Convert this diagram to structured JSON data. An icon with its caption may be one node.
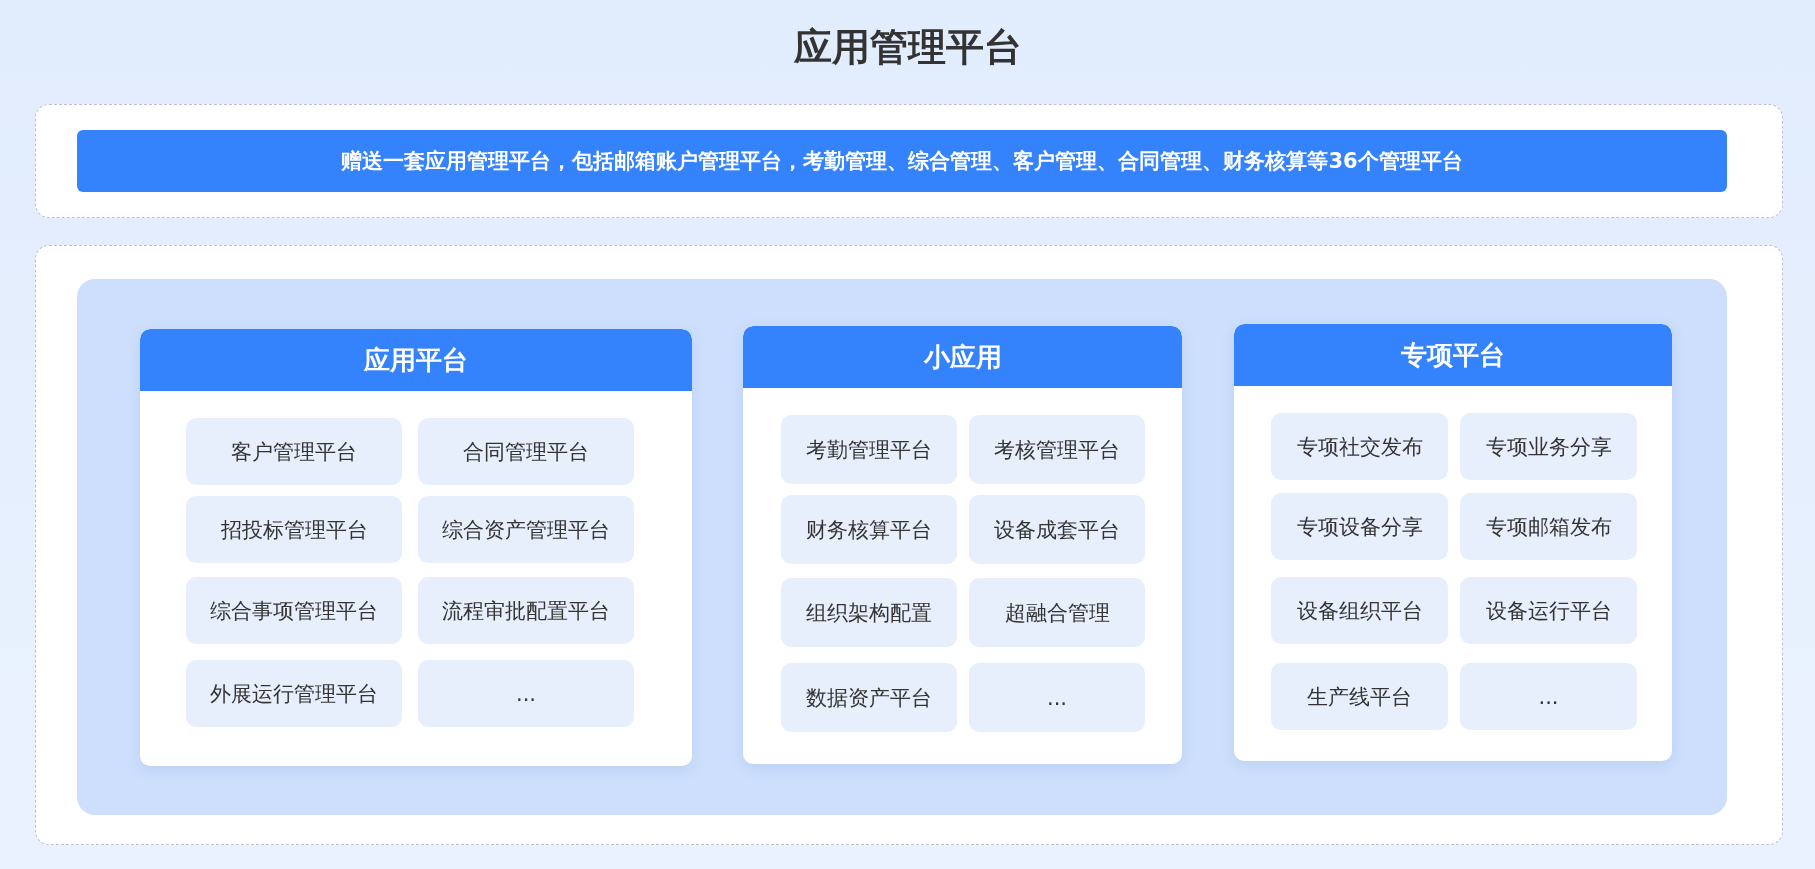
{
  "diagram": {
    "title": "应用管理平台",
    "nodes": [
      {
        "text": [],
        "shape": "box"
      },
      {
        "text": [
          "赠送一套应用管理平台，包括邮箱账户管理平台，考勤管理、综合管理、客户管理、合同管理、财务核算等36个管理平台"
        ],
        "in": 0
      },
      {
        "text": [],
        "shape": "box"
      },
      {
        "text": [],
        "shape": "box",
        "in": 2
      },
      {
        "text": [
          "应用平台"
        ],
        "in": 3
      },
      {
        "text": [
          "客户管理平台"
        ],
        "in": 4
      },
      {
        "text": [
          "合同管理平台"
        ],
        "in": 4
      },
      {
        "text": [
          "招投标管理平台"
        ],
        "in": 4
      },
      {
        "text": [
          "综合资产管理平台"
        ],
        "in": 4
      },
      {
        "text": [
          "综合事项管理平台"
        ],
        "in": 4
      },
      {
        "text": [
          "流程审批配置平台"
        ],
        "in": 4
      },
      {
        "text": [
          "外展运行管理平台"
        ],
        "in": 4
      },
      {
        "text": [
          "..."
        ],
        "in": 4
      },
      {
        "text": [
          "小应用"
        ],
        "in": 3
      },
      {
        "text": [
          "考勤管理平台"
        ],
        "in": 13
      },
      {
        "text": [
          "考核管理平台"
        ],
        "in": 13
      },
      {
        "text": [
          "财务核算平台"
        ],
        "in": 13
      },
      {
        "text": [
          "设备成套平台"
        ],
        "in": 13
      },
      {
        "text": [
          "组织架构配置"
        ],
        "in": 13
      },
      {
        "text": [
          "超融合管理"
        ],
        "in": 13
      },
      {
        "text": [
          "数据资产平台"
        ],
        "in": 13
      },
      {
        "text": [
          "..."
        ],
        "in": 13
      },
      {
        "text": [
          "专项平台"
        ],
        "in": 3
      },
      {
        "text": [
          "专项社交发布"
        ],
        "in": 22
      },
      {
        "text": [
          "专项业务分享"
        ],
        "in": 22
      },
      {
        "text": [
          "专项设备分享"
        ],
        "in": 22
      },
      {
        "text": [
          "专项邮箱发布"
        ],
        "in": 22
      },
      {
        "text": [
          "设备组织平台"
        ],
        "in": 22
      },
      {
        "text": [
          "设备运行平台"
        ],
        "in": 22
      },
      {
        "text": [
          "生产线平台"
        ],
        "in": 22
      },
      {
        "text": [
          "..."
        ],
        "in": 22
      }
    ]
  }
}
